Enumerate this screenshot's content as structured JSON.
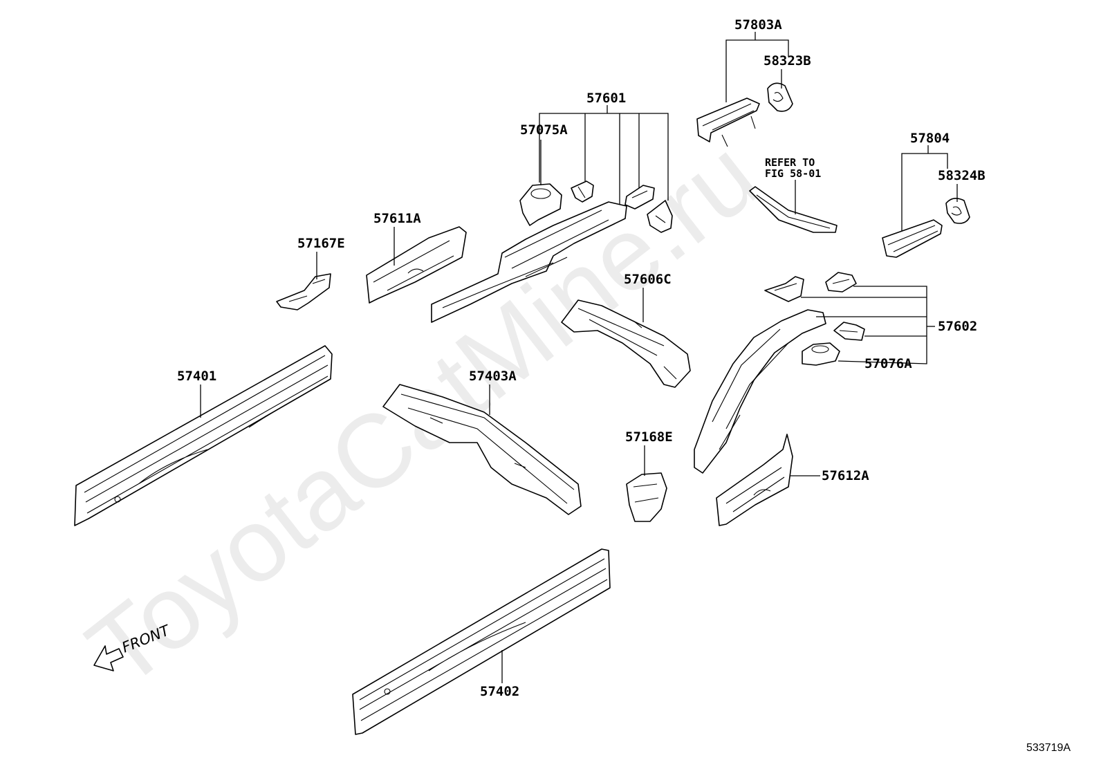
{
  "watermark": "ToyotaCatMine.ru",
  "diagram_code": "533719A",
  "front_indicator": "FRONT",
  "refer_note": {
    "line1": "REFER TO",
    "line2": "FIG 58-01"
  },
  "labels": {
    "p57803A": "57803A",
    "p58323B": "58323B",
    "p57601": "57601",
    "p57075A": "57075A",
    "p57804": "57804",
    "p58324B": "58324B",
    "p57611A": "57611A",
    "p57167E": "57167E",
    "p57606C": "57606C",
    "p57602": "57602",
    "p57076A": "57076A",
    "p57401": "57401",
    "p57403A": "57403A",
    "p57168E": "57168E",
    "p57612A": "57612A",
    "p57402": "57402"
  }
}
